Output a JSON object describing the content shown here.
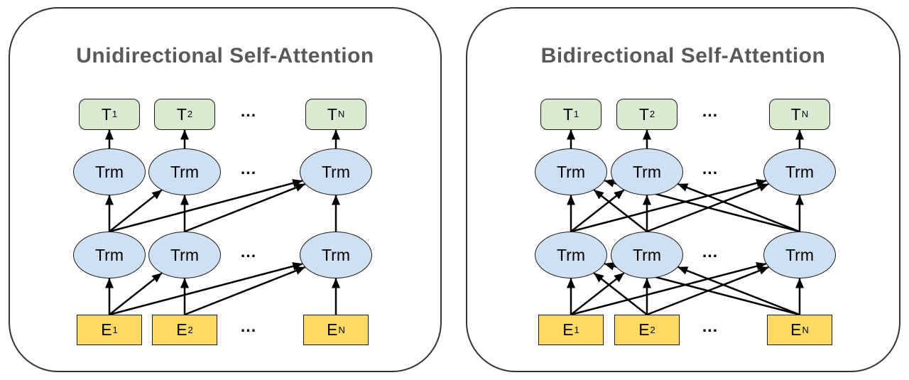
{
  "colors": {
    "background": "#ffffff",
    "panel_border": "#333333",
    "title_text": "#595959",
    "t_box_fill": "#d9ead3",
    "trm_fill": "#cfe0f3",
    "e_box_fill": "#ffd966",
    "node_border": "#1a1a1a",
    "arrow": "#000000",
    "label_text": "#000000"
  },
  "panels": [
    {
      "id": "unidirectional",
      "title": "Unidirectional Self-Attention",
      "nodes": {
        "t": [
          {
            "text": "T",
            "sub": "1"
          },
          {
            "text": "T",
            "sub": "2"
          },
          {
            "text": "T",
            "sub": "N"
          }
        ],
        "trm_upper": [
          "Trm",
          "Trm",
          "Trm"
        ],
        "trm_lower": [
          "Trm",
          "Trm",
          "Trm"
        ],
        "e": [
          {
            "text": "E",
            "sub": "1"
          },
          {
            "text": "E",
            "sub": "2"
          },
          {
            "text": "E",
            "sub": "N"
          }
        ],
        "ellipsis": "..."
      },
      "connections": {
        "e_to_trm_lower": [
          [
            0,
            0
          ],
          [
            0,
            1
          ],
          [
            0,
            2
          ],
          [
            1,
            1
          ],
          [
            1,
            2
          ],
          [
            2,
            2
          ]
        ],
        "trm_lower_to_trm_upper": [
          [
            0,
            0
          ],
          [
            0,
            1
          ],
          [
            0,
            2
          ],
          [
            1,
            1
          ],
          [
            1,
            2
          ],
          [
            2,
            2
          ]
        ],
        "trm_upper_to_t": [
          [
            0,
            0
          ],
          [
            1,
            1
          ],
          [
            2,
            2
          ]
        ]
      }
    },
    {
      "id": "bidirectional",
      "title": "Bidirectional Self-Attention",
      "nodes": {
        "t": [
          {
            "text": "T",
            "sub": "1"
          },
          {
            "text": "T",
            "sub": "2"
          },
          {
            "text": "T",
            "sub": "N"
          }
        ],
        "trm_upper": [
          "Trm",
          "Trm",
          "Trm"
        ],
        "trm_lower": [
          "Trm",
          "Trm",
          "Trm"
        ],
        "e": [
          {
            "text": "E",
            "sub": "1"
          },
          {
            "text": "E",
            "sub": "2"
          },
          {
            "text": "E",
            "sub": "N"
          }
        ],
        "ellipsis": "..."
      },
      "connections": {
        "e_to_trm_lower": [
          [
            0,
            0
          ],
          [
            0,
            1
          ],
          [
            0,
            2
          ],
          [
            1,
            0
          ],
          [
            1,
            1
          ],
          [
            1,
            2
          ],
          [
            2,
            0
          ],
          [
            2,
            1
          ],
          [
            2,
            2
          ]
        ],
        "trm_lower_to_trm_upper": [
          [
            0,
            0
          ],
          [
            0,
            1
          ],
          [
            0,
            2
          ],
          [
            1,
            0
          ],
          [
            1,
            1
          ],
          [
            1,
            2
          ],
          [
            2,
            0
          ],
          [
            2,
            1
          ],
          [
            2,
            2
          ]
        ],
        "trm_upper_to_t": [
          [
            0,
            0
          ],
          [
            1,
            1
          ],
          [
            2,
            2
          ]
        ]
      }
    }
  ]
}
